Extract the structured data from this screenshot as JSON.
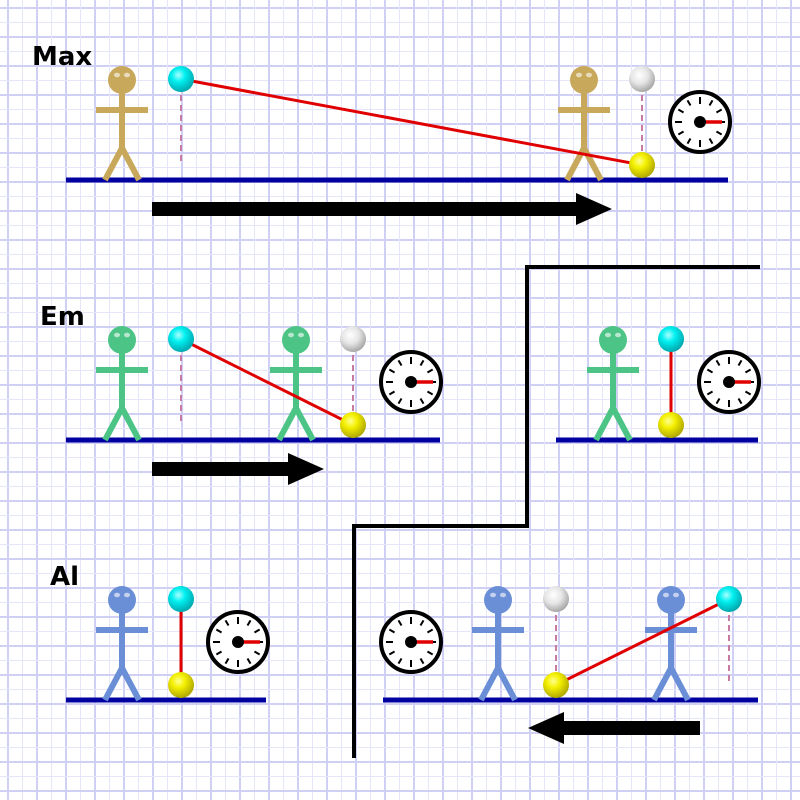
{
  "rows": [
    {
      "label": "Max",
      "figure_color": "#c8a85a"
    },
    {
      "label": "Em",
      "figure_color": "#4cc485"
    },
    {
      "label": "Al",
      "figure_color": "#6b8fd6"
    }
  ],
  "colors": {
    "ground": "#0000a0",
    "link": "#e00000",
    "dash": "#c87aa0",
    "grid_major": "#d0d0f4",
    "grid_minor": "#e6e6fa",
    "arrow": "#000000"
  },
  "icons": [
    "stick-figure-icon",
    "clock-icon",
    "ball-icon",
    "arrow-icon"
  ]
}
